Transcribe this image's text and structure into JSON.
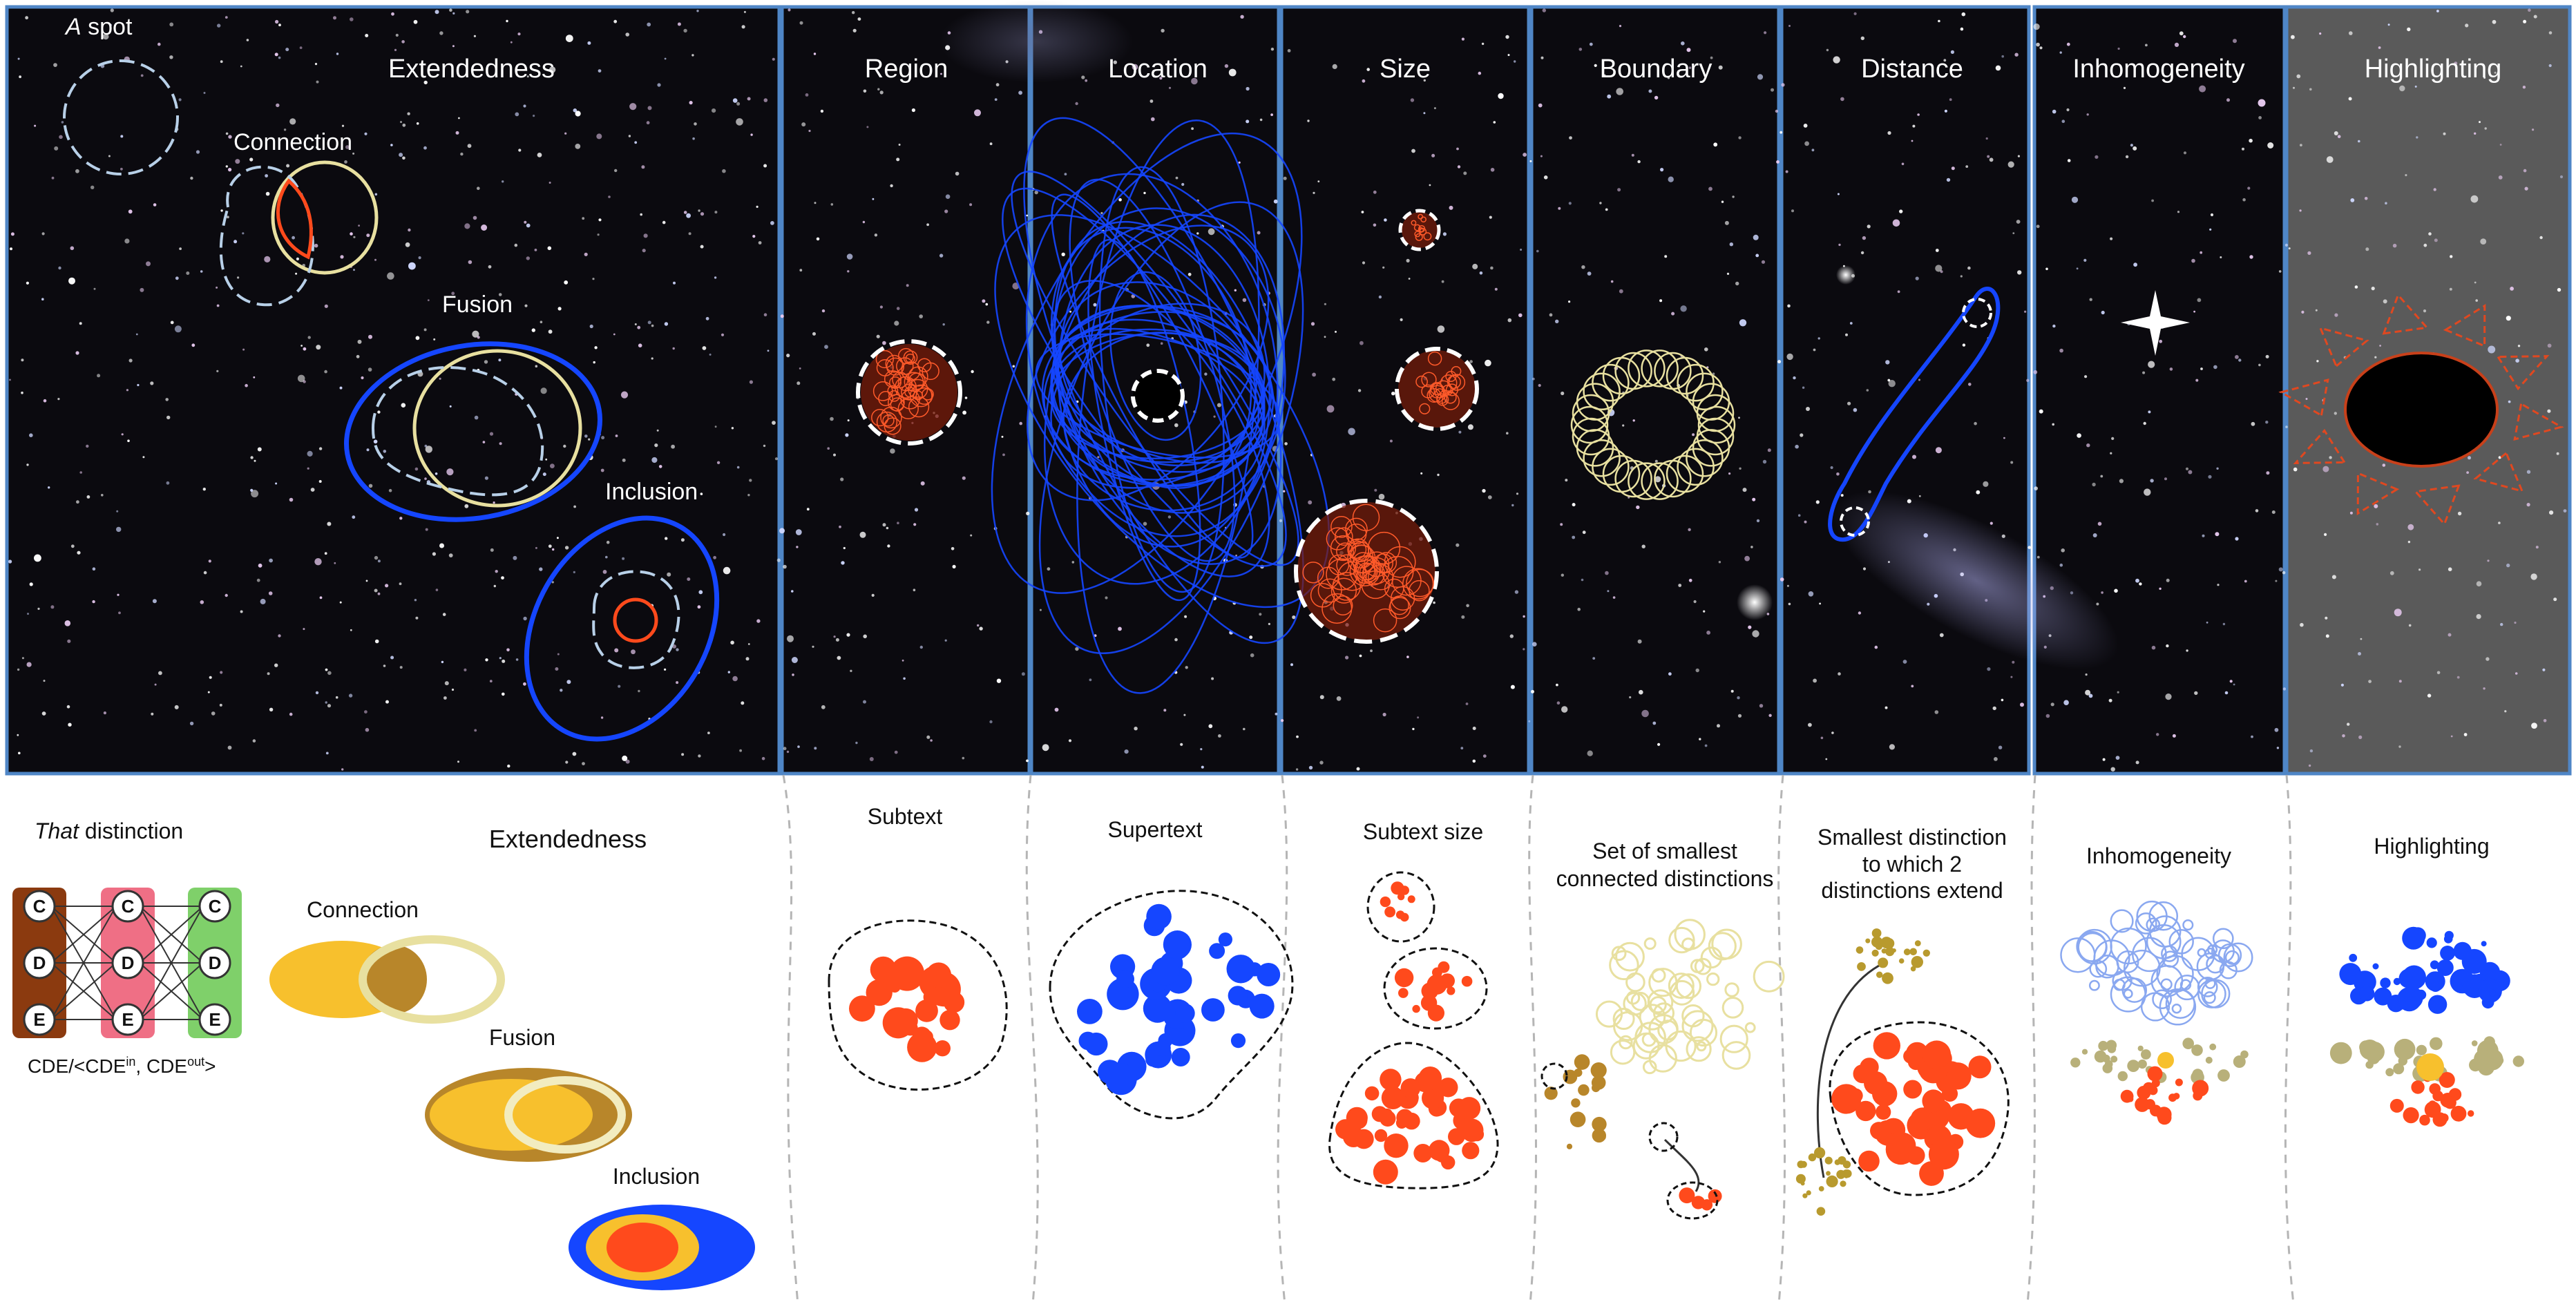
{
  "top_panels": {
    "a_spot_prefix": "A",
    "a_spot_suffix": " spot",
    "extendedness": "Extendedness",
    "connection": "Connection",
    "fusion": "Fusion",
    "inclusion": "Inclusion",
    "region": "Region",
    "location": "Location",
    "size": "Size",
    "boundary": "Boundary",
    "distance": "Distance",
    "inhomogeneity": "Inhomogeneity",
    "highlighting": "Highlighting"
  },
  "bottom_panels": {
    "that_prefix": "That",
    "that_suffix": " distinction",
    "extendedness": "Extendedness",
    "connection": "Connection",
    "fusion": "Fusion",
    "inclusion": "Inclusion",
    "subtext": "Subtext",
    "supertext": "Supertext",
    "subtext_size": "Subtext size",
    "set_smallest_line1": "Set of smallest",
    "set_smallest_line2": "connected distinctions",
    "smallest_dist_line1": "Smallest distinction",
    "smallest_dist_line2": "to which 2",
    "smallest_dist_line3": "distinctions extend",
    "inhomogeneity": "Inhomogeneity",
    "highlighting": "Highlighting"
  },
  "cde_diagram": {
    "columns": [
      [
        "C",
        "D",
        "E"
      ],
      [
        "C",
        "D",
        "E"
      ],
      [
        "C",
        "D",
        "E"
      ]
    ],
    "caption_prefix": "CDE/<CDE",
    "caption_in": "in",
    "caption_mid": ", CDE",
    "caption_out": "out",
    "caption_end": ">"
  },
  "colors": {
    "sky": "#0b0a0f",
    "frame_blue": "#4f86c6",
    "red_orange": "#ff4a1c",
    "blue": "#1546ff",
    "olive": "#b89a2e",
    "pale_yellow": "#e8e0a0",
    "gold": "#f7c02d",
    "col_brown": "#8b3a0f",
    "col_pink": "#ef6f85",
    "col_green": "#7fd06a"
  }
}
